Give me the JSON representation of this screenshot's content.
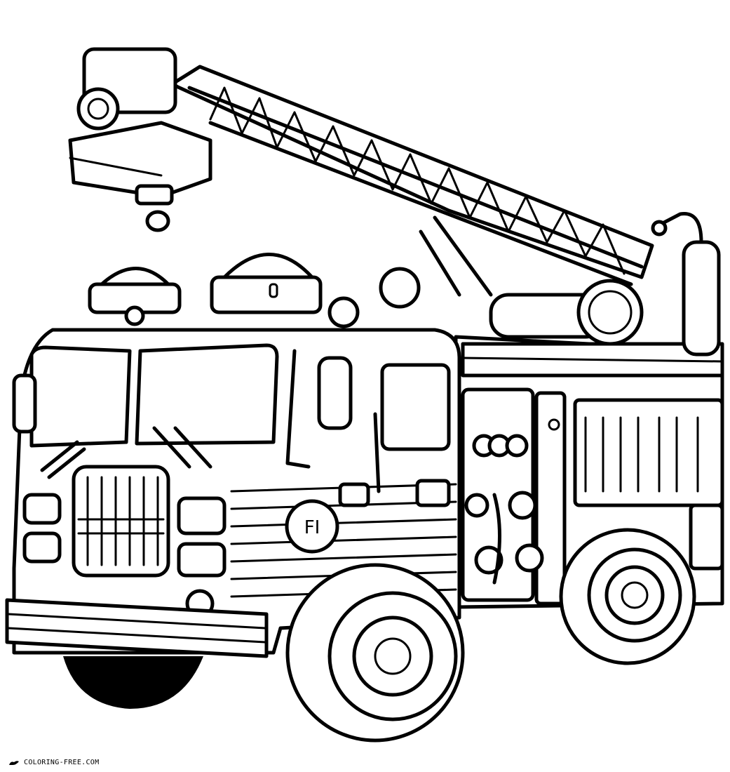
{
  "illustration": {
    "subject": "fire-truck",
    "style": "black-and-white line-art coloring page",
    "door_badge_text": "FI"
  },
  "watermark": {
    "text": "COLORING-FREE.COM",
    "logo_icon": "paint-brush-icon"
  }
}
